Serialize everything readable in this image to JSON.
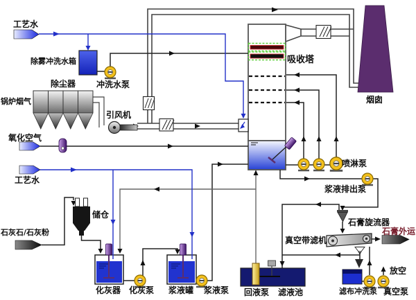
{
  "diagram": {
    "type": "process-flow-diagram",
    "subject": "wet flue gas desulfurization system"
  },
  "labels": {
    "process_water_top": "工艺水",
    "demister_flush_tank": "除雾冲洗水箱",
    "flush_pump": "冲洗水泵",
    "dust_collector": "除尘器",
    "boiler_flue_gas": "锅炉烟气",
    "id_fan": "引风机",
    "oxidation_air": "氧化空气",
    "process_water_makeup": "工艺水",
    "limestone_powder": "石灰石/石灰粉",
    "silo": "储仓",
    "slaker": "化灰器",
    "slaker_pump": "化灰泵",
    "slurry_tank": "浆液罐",
    "slurry_pump": "浆液泵",
    "absorber": "吸收塔",
    "chimney": "烟囱",
    "spray_pump": "喷淋泵",
    "slurry_discharge_pump": "浆液排出泵",
    "gypsum_cyclone": "石膏旋流器",
    "gypsum_transport": "石膏外运",
    "vacuum_belt_filter": "真空带滤机",
    "vent": "放空",
    "return_pump": "回液泵",
    "filtrate_pool": "滤液池",
    "cloth_flush_pump": "滤布冲洗泵",
    "vacuum_pump": "真空泵"
  },
  "colors": {
    "water_line_blue": "#2230c8",
    "process_line_black": "#222222",
    "duct_gray": "#444444",
    "pump_yellow": "#f3c01c",
    "tank_blue": "#2133cf",
    "pool_navy": "#141a70",
    "chimney_purple": "#5b2d6e",
    "motor_purple": "#5b21a8",
    "demister_green": "#5fd03c",
    "demister_dark_red": "#47070b",
    "gypsum_label_maroon": "#7a2230",
    "dark_tag": "#1a1a1a"
  }
}
